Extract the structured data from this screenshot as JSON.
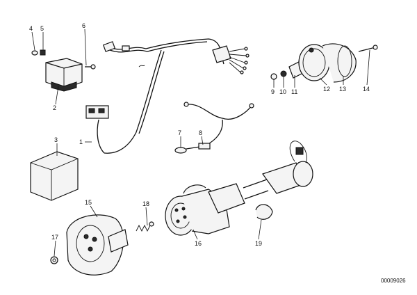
{
  "callouts": {
    "c1": "1",
    "c2": "2",
    "c3": "3",
    "c4": "4",
    "c5": "5",
    "c6": "6",
    "c7": "7",
    "c8": "8",
    "c9": "9",
    "c10": "10",
    "c11": "11",
    "c12": "12",
    "c13": "13",
    "c14": "14",
    "c15": "15",
    "c16": "16",
    "c17": "17",
    "c18": "18",
    "c19": "19"
  },
  "drawing_code": "00009026"
}
